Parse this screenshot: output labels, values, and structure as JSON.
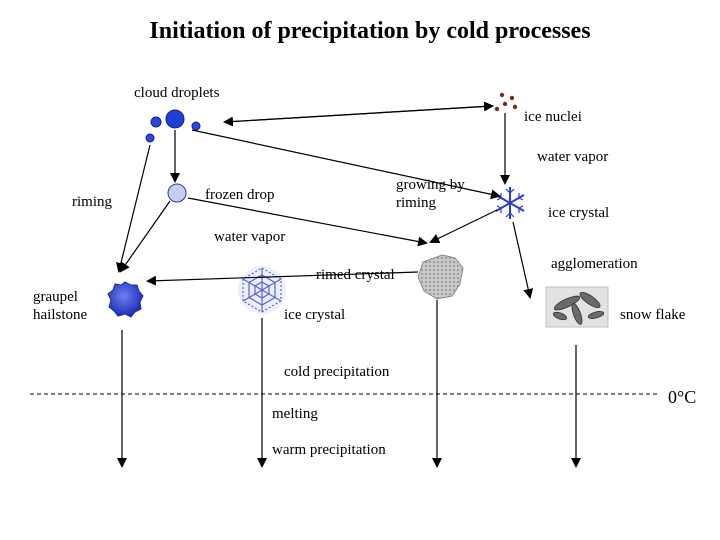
{
  "title": "Initiation of precipitation by cold processes",
  "labels": {
    "cloud_droplets": "cloud droplets",
    "ice_nuclei": "ice nuclei",
    "water_vapor_top": "water vapor",
    "riming": "riming",
    "frozen_drop": "frozen drop",
    "growing_by_riming": "growing by\nriming",
    "ice_crystal_right": "ice crystal",
    "water_vapor_mid": "water vapor",
    "rimed_crystal": "rimed crystal",
    "agglomeration": "agglomeration",
    "graupel_hailstone": "graupel\nhailstone",
    "ice_crystal_mid": "ice crystal",
    "snow_flake": "snow flake",
    "cold_precipitation": "cold precipitation",
    "melting": "melting",
    "warm_precipitation": "warm precipitation",
    "freezing_level": "0°C"
  },
  "colors": {
    "droplet_blue": "#1f3fd6",
    "ice_nuclei": "#7a2a1a",
    "frozen_drop_fill": "#c6cdf2",
    "snowflake_blue": "#2c3ad0",
    "grey_image": "#a8a8a8"
  }
}
